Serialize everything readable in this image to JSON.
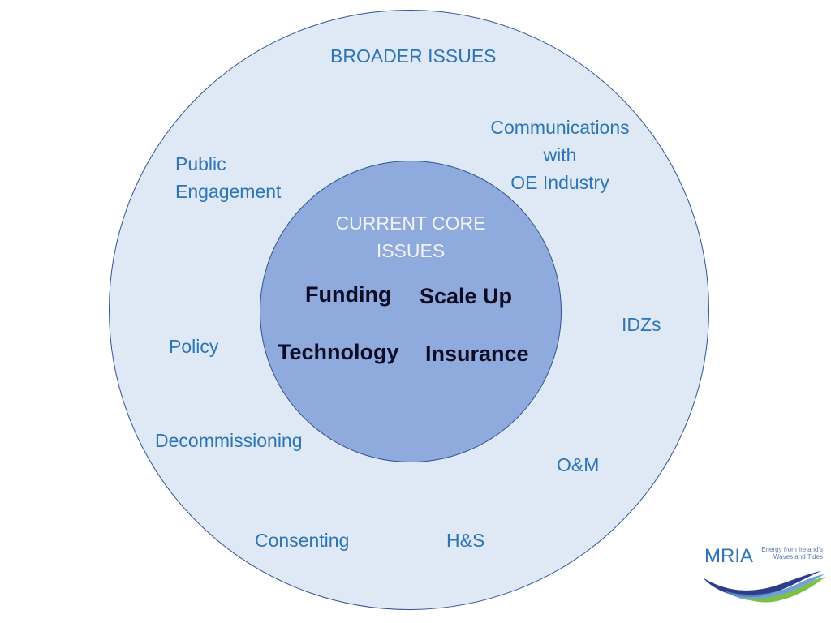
{
  "diagram": {
    "outer_title": "BROADER ISSUES",
    "inner_title": [
      "CURRENT CORE",
      "ISSUES"
    ],
    "core_issues": {
      "funding": "Funding",
      "scale_up": "Scale Up",
      "technology": "Technology",
      "insurance": "Insurance"
    },
    "broader_issues": {
      "communications": [
        "Communications",
        "with",
        "OE Industry"
      ],
      "public_engagement": [
        "Public",
        "Engagement"
      ],
      "idzs": "IDZs",
      "policy": "Policy",
      "decommissioning": "Decommissioning",
      "om": "O&M",
      "consenting": "Consenting",
      "hs": "H&S"
    },
    "colors": {
      "outer_fill": "#dfe8f5",
      "inner_fill": "#8faadc",
      "outline": "#2f5597",
      "label_blue": "#2e75b6"
    }
  },
  "logo": {
    "name": "MRIA",
    "tagline": [
      "Energy from Ireland's",
      "Waves and Tides"
    ]
  }
}
